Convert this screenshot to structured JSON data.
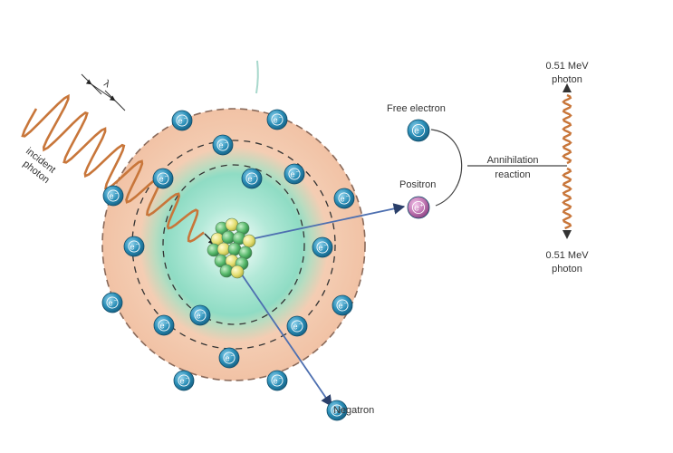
{
  "labels": {
    "incident_line1": "incident",
    "incident_line2": "photon",
    "lambda": "λ",
    "free_electron": "Free electron",
    "positron": "Positron",
    "annihilation_line1": "Annihilation",
    "annihilation_line2": "reaction",
    "photon_top_line1": "0.51 MeV",
    "photon_top_line2": "photon",
    "photon_bottom_line1": "0.51 MeV",
    "photon_bottom_line2": "photon",
    "negatron": "Negatron"
  },
  "particles": {
    "electron_symbol": "e",
    "electron_sign": "−",
    "positron_symbol": "e",
    "positron_sign": "+"
  },
  "colors": {
    "outer_shell": "#f4cdb3",
    "inner_glow": "#8fdcc4",
    "wave": "#c8763a",
    "electron": "#2b8fb8",
    "positron": "#c27ab5",
    "track": "#4d6fb0",
    "nucleus_green": "#56b86a",
    "nucleus_yellow": "#e4df72"
  }
}
